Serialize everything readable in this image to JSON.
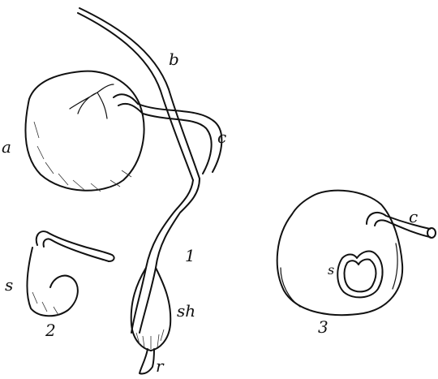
{
  "labels": {
    "a": "a",
    "b": "b",
    "c1": "c",
    "fig1": "1",
    "sh": "sh",
    "r": "r",
    "s2": "s",
    "fig2": "2",
    "fig3": "3",
    "c3": "c",
    "s3": "s"
  },
  "colors": {
    "ink": "#111111",
    "paper": "#ffffff"
  }
}
